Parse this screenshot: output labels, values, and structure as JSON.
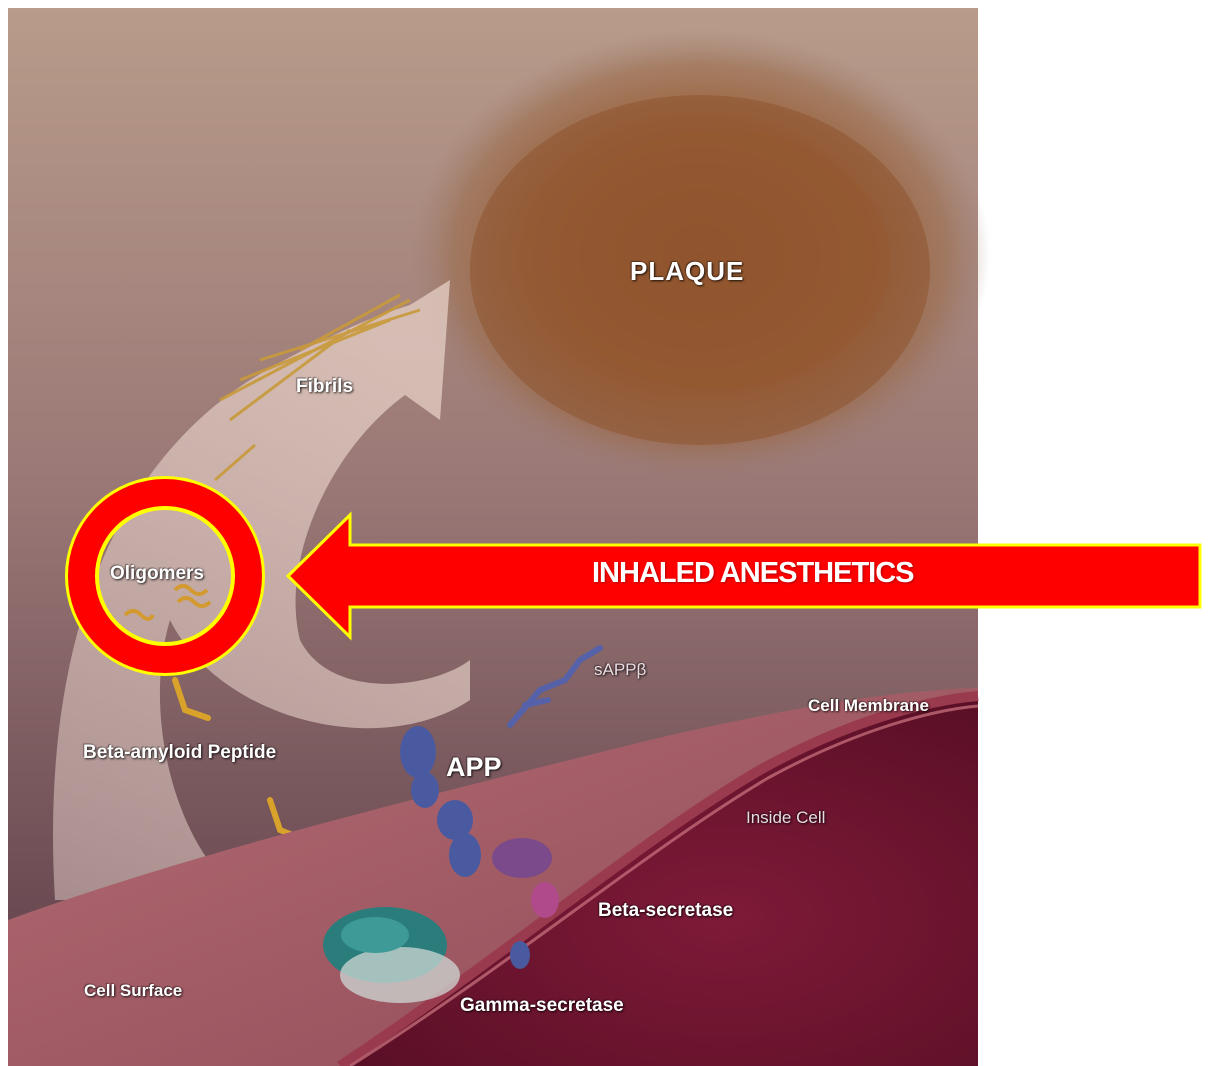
{
  "diagram": {
    "labels": {
      "plaque": "PLAQUE",
      "fibrils": "Fibrils",
      "oligomers": "Oligomers",
      "sappb": "sAPPβ",
      "cell_membrane": "Cell Membrane",
      "beta_amyloid_peptide": "Beta-amyloid Peptide",
      "app": "APP",
      "inside_cell": "Inside Cell",
      "beta_secretase": "Beta-secretase",
      "cell_surface": "Cell Surface",
      "gamma_secretase": "Gamma-secretase"
    },
    "callout": {
      "text": "INHALED ANESTHETICS",
      "arrow_color": "#ff0000",
      "outline_color": "#ffff00"
    },
    "colors": {
      "background_top": "#b29585",
      "background_bottom": "#5a3a44",
      "plaque": "#9a5a2e",
      "cell_interior": "#7a1832",
      "cell_surface": "#b46a72",
      "peptide": "#d9a22a",
      "protein_blue": "#4a5aa0",
      "gamma_secretase": "#2a7a78",
      "beta_secretase": "#8a4a8a"
    }
  }
}
